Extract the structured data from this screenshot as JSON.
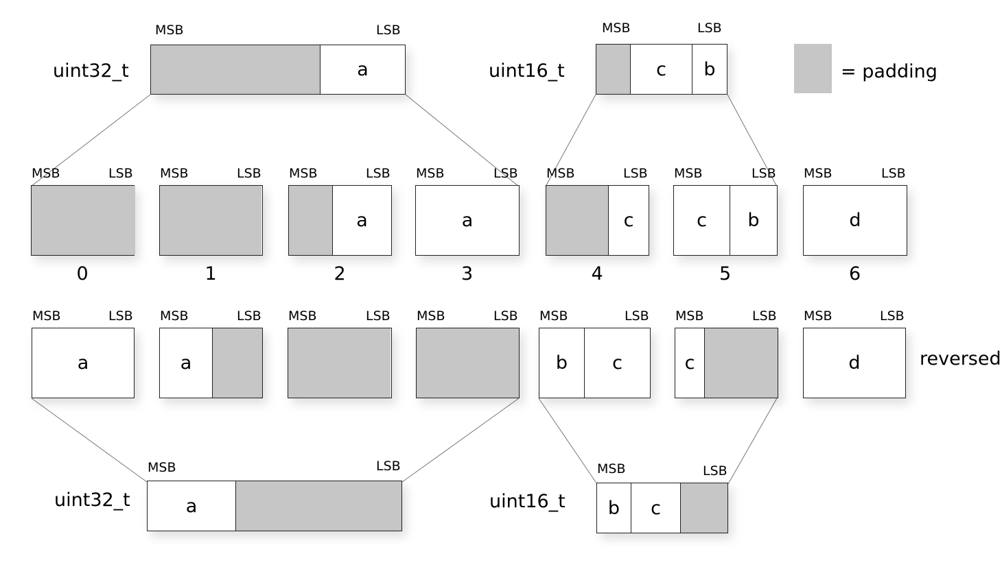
{
  "labels": {
    "msb": "MSB",
    "lsb": "LSB",
    "uint32": "uint32_t",
    "uint16": "uint16_t",
    "padding_legend": "= padding",
    "reversed": "reversed"
  },
  "indices": [
    "0",
    "1",
    "2",
    "3",
    "4",
    "5",
    "6"
  ],
  "top_uint32": [
    {
      "t": "",
      "pad": true
    },
    {
      "t": "a",
      "pad": false
    }
  ],
  "top_uint16": [
    {
      "t": "",
      "pad": true
    },
    {
      "t": "c",
      "pad": false
    },
    {
      "t": "b",
      "pad": false
    }
  ],
  "middle_row": [
    [
      {
        "t": "",
        "pad": true
      }
    ],
    [
      {
        "t": "",
        "pad": true
      }
    ],
    [
      {
        "t": "",
        "pad": true
      },
      {
        "t": "a",
        "pad": false
      }
    ],
    [
      {
        "t": "a",
        "pad": false
      }
    ],
    [
      {
        "t": "",
        "pad": true
      },
      {
        "t": "c",
        "pad": false
      }
    ],
    [
      {
        "t": "c",
        "pad": false
      },
      {
        "t": "b",
        "pad": false
      }
    ],
    [
      {
        "t": "d",
        "pad": false
      }
    ]
  ],
  "reversed_row": [
    [
      {
        "t": "a",
        "pad": false
      }
    ],
    [
      {
        "t": "a",
        "pad": false
      },
      {
        "t": "",
        "pad": true
      }
    ],
    [
      {
        "t": "",
        "pad": true
      }
    ],
    [
      {
        "t": "",
        "pad": true
      }
    ],
    [
      {
        "t": "b",
        "pad": false
      },
      {
        "t": "c",
        "pad": false
      }
    ],
    [
      {
        "t": "c",
        "pad": false
      },
      {
        "t": "",
        "pad": true
      }
    ],
    [
      {
        "t": "d",
        "pad": false
      }
    ]
  ],
  "bottom_uint32": [
    {
      "t": "a",
      "pad": false
    },
    {
      "t": "",
      "pad": true
    }
  ],
  "bottom_uint16": [
    {
      "t": "b",
      "pad": false
    },
    {
      "t": "c",
      "pad": false
    },
    {
      "t": "",
      "pad": true
    }
  ]
}
